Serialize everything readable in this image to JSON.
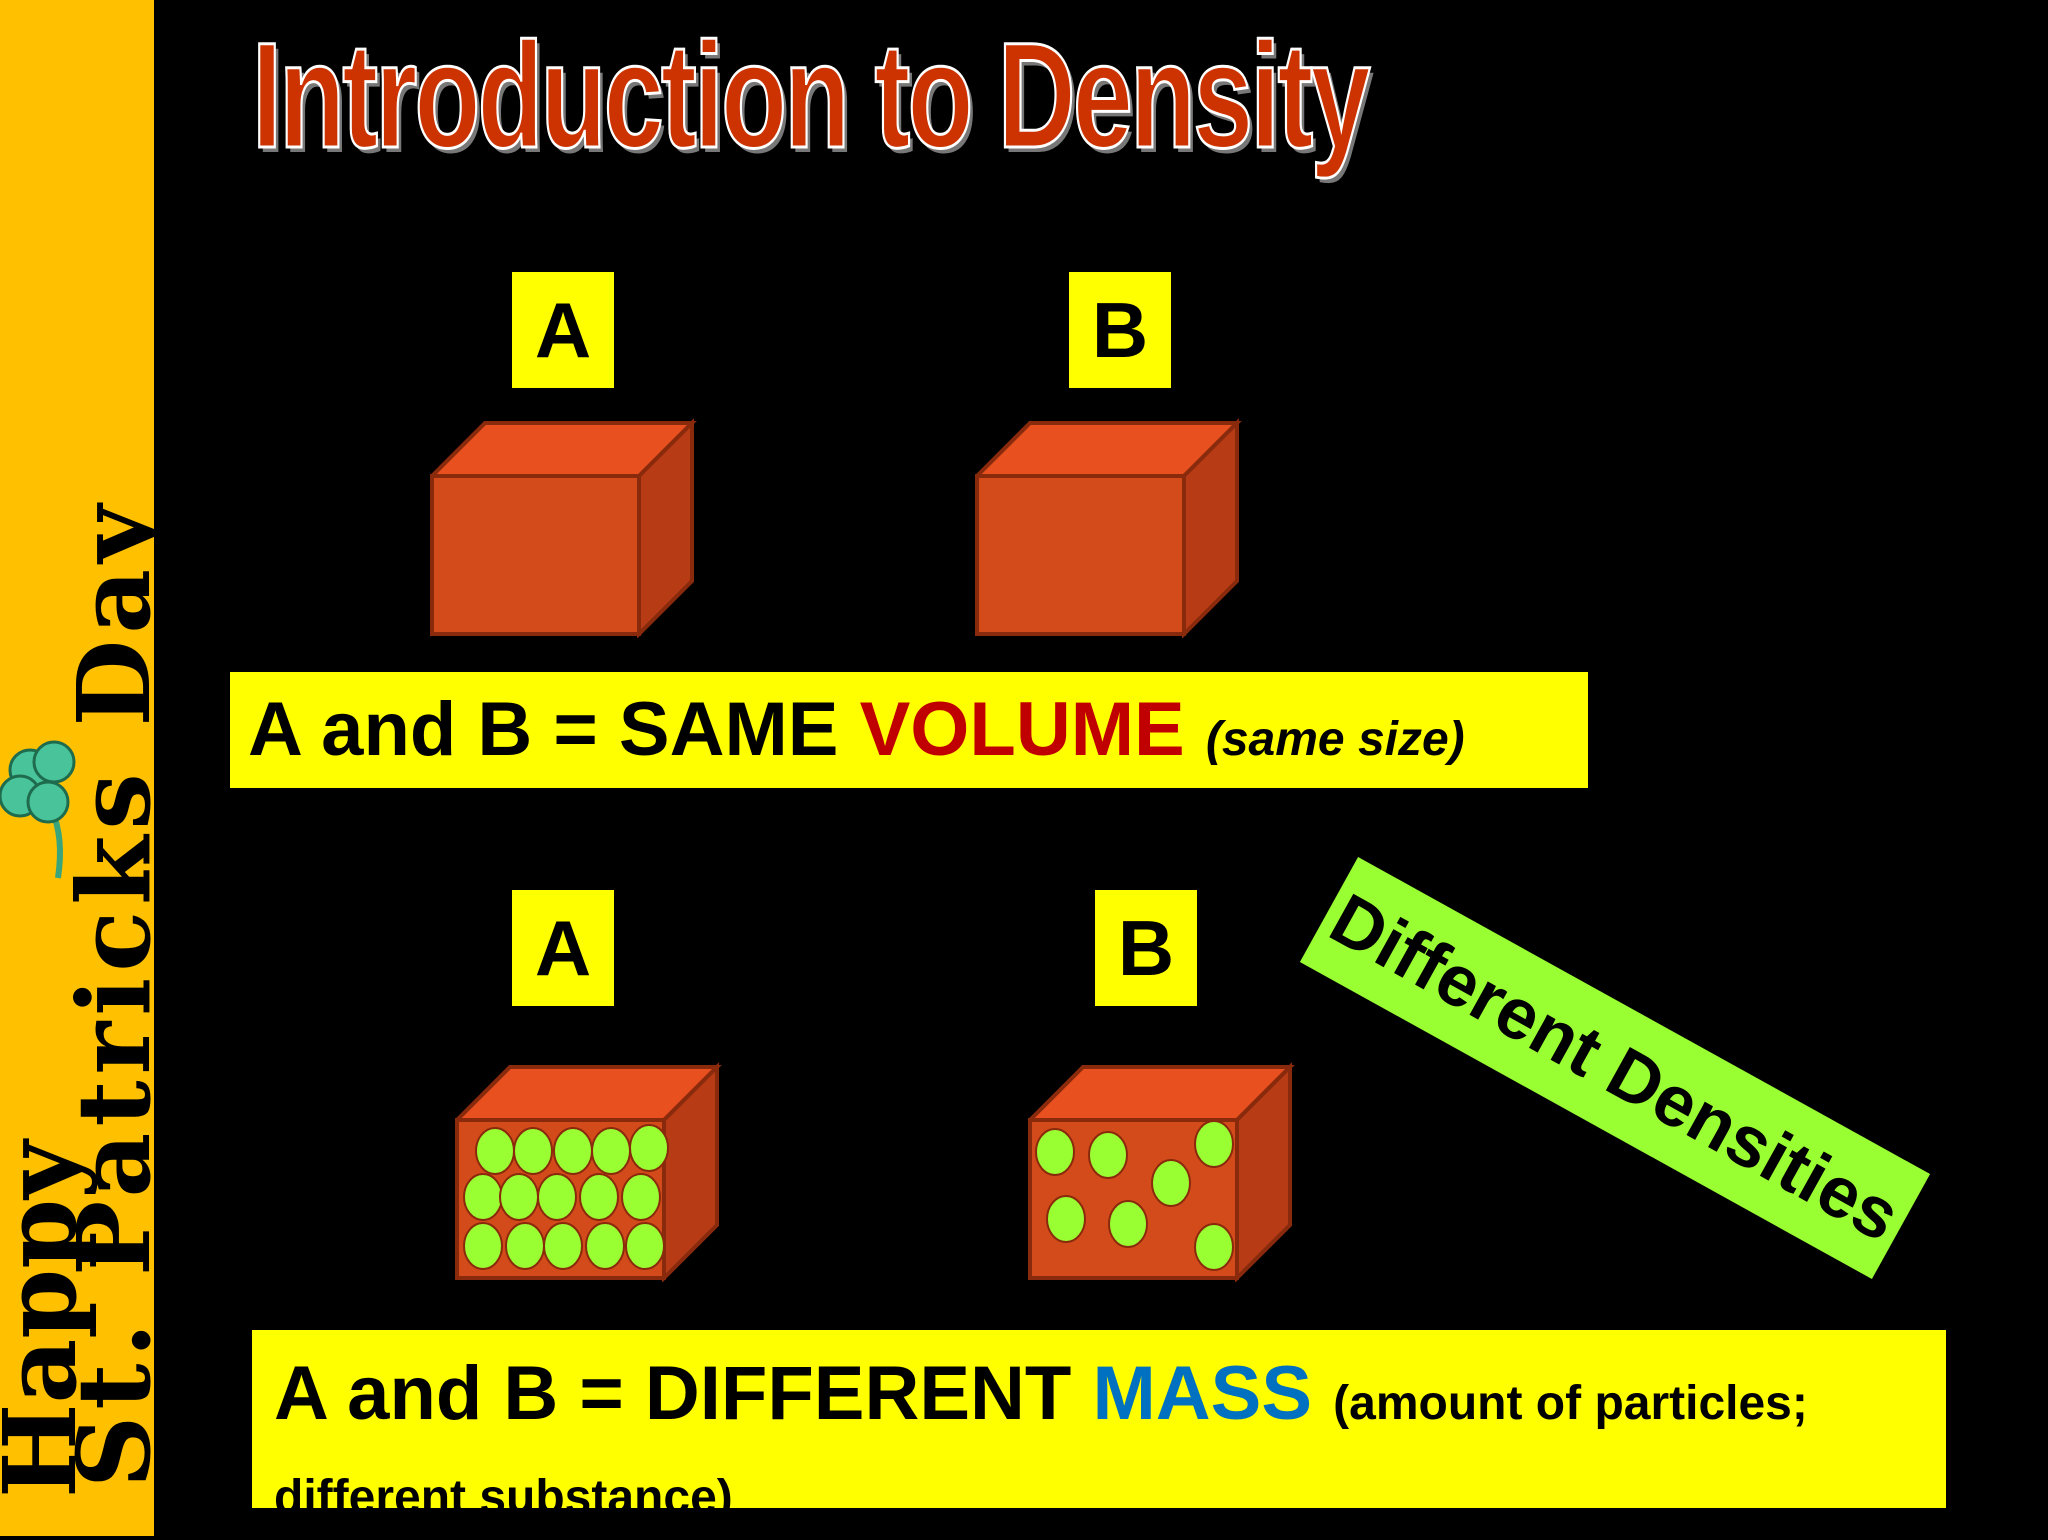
{
  "sidebar": {
    "line1": "Happy",
    "line2": "St. Patricks Day",
    "icon": "shamrock-icon"
  },
  "title": "Introduction to Density",
  "labels": {
    "a_top": "A",
    "b_top": "B",
    "a_bottom": "A",
    "b_bottom": "B"
  },
  "volume_banner": {
    "prefix": "A and B = SAME ",
    "highlight": "VOLUME",
    "note": "(same size)"
  },
  "mass_banner": {
    "prefix": "A and B = DIFFERENT ",
    "highlight": "MASS",
    "note_line1": "(amount of particles;",
    "note_line2": "different substance)"
  },
  "stamp": "Different Densities",
  "colors": {
    "background": "#000000",
    "sidebar": "#ffc000",
    "title": "#cc3300",
    "box": "#ffff00",
    "cube_front": "#d34b1a",
    "cube_top": "#e8501f",
    "cube_side": "#b73c16",
    "particle": "#99ff33",
    "volume": "#c00000",
    "mass": "#0070c0",
    "stamp": "#99ff33"
  }
}
